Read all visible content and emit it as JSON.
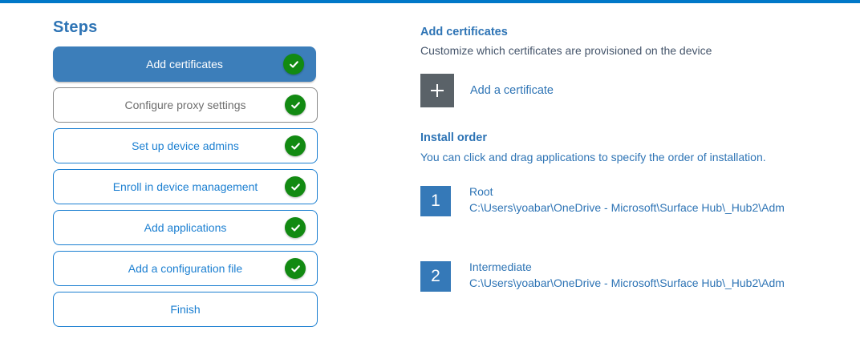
{
  "theme": {
    "accent_blue": "#0078c8",
    "step_active_blue": "#3c7eba",
    "step_link_blue": "#1b7fd1",
    "heading_blue": "#2e74b5",
    "check_green": "#128a12",
    "tile_gray": "#5a6268",
    "rank_blue": "#3579b8"
  },
  "steps_panel": {
    "title": "Steps",
    "items": [
      {
        "label": "Add certificates",
        "state": "active",
        "completed": true,
        "icon": "check-circle-icon"
      },
      {
        "label": "Configure proxy settings",
        "state": "neutral",
        "completed": true,
        "icon": "check-circle-icon"
      },
      {
        "label": "Set up device admins",
        "state": "link",
        "completed": true,
        "icon": "check-circle-icon"
      },
      {
        "label": "Enroll in device management",
        "state": "link",
        "completed": true,
        "icon": "check-circle-icon"
      },
      {
        "label": "Add applications",
        "state": "link",
        "completed": true,
        "icon": "check-circle-icon"
      },
      {
        "label": "Add a configuration file",
        "state": "link",
        "completed": true,
        "icon": "check-circle-icon"
      },
      {
        "label": "Finish",
        "state": "link",
        "completed": false,
        "icon": ""
      }
    ]
  },
  "detail_panel": {
    "heading": "Add certificates",
    "description": "Customize which certificates are provisioned on the device",
    "add_certificate": {
      "icon": "plus-icon",
      "label": "Add a certificate"
    },
    "install_order": {
      "heading": "Install order",
      "description": "You can click and drag applications to specify the order of installation.",
      "items": [
        {
          "rank": "1",
          "name": "Root",
          "path": "C:\\Users\\yoabar\\OneDrive - Microsoft\\Surface Hub\\_Hub2\\Adm"
        },
        {
          "rank": "2",
          "name": "Intermediate",
          "path": "C:\\Users\\yoabar\\OneDrive - Microsoft\\Surface Hub\\_Hub2\\Adm"
        }
      ]
    }
  }
}
